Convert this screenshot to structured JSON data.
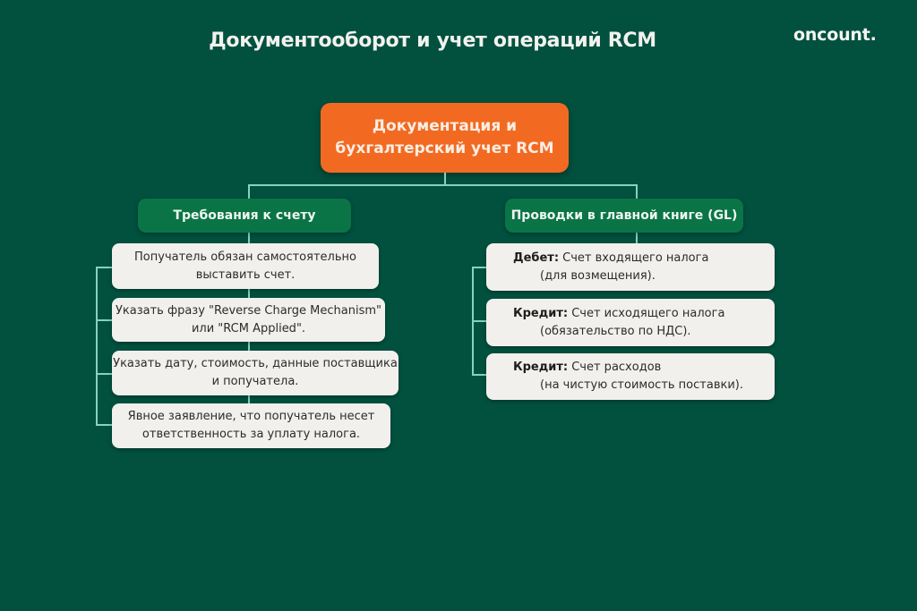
{
  "header": {
    "title": "Документооборот и учет операций RCM",
    "logo": "oncount."
  },
  "root_node": {
    "line1": "Документация и",
    "line2": "бухгалтерский учет RCM",
    "color": "#f26a22"
  },
  "left_branch": {
    "label": "Требования к счету",
    "items": [
      {
        "line1": "Попучатель обязан самостоятельно",
        "line2": "выставить счет."
      },
      {
        "line1": "Указать фразу \"Reverse Charge Mechanism\"",
        "line2": "или \"RCM Applied\"."
      },
      {
        "line1": "Указать дату, стоимость, данные поставщика",
        "line2": "и попучатела."
      },
      {
        "line1": "Явное заявление, что попучатель несет",
        "line2": "ответственность за уплату налога."
      }
    ]
  },
  "right_branch": {
    "label": "Проводки в главной книге (GL)",
    "items": [
      {
        "term": "Дебет:",
        "line1": " Счет входящего налога",
        "line2": "(для возмещения)."
      },
      {
        "term": "Кредит:",
        "line1": " Счет исходящего налога",
        "line2": "(обязательство по НДС)."
      },
      {
        "term": "Кредит:",
        "line1": " Счет расходов",
        "line2": "(на чистую стоимость поставки)."
      }
    ]
  },
  "colors": {
    "background": "#02513f",
    "section_header": "#0b7447",
    "card": "#f1f0ec",
    "connector": "#86d3bd"
  }
}
